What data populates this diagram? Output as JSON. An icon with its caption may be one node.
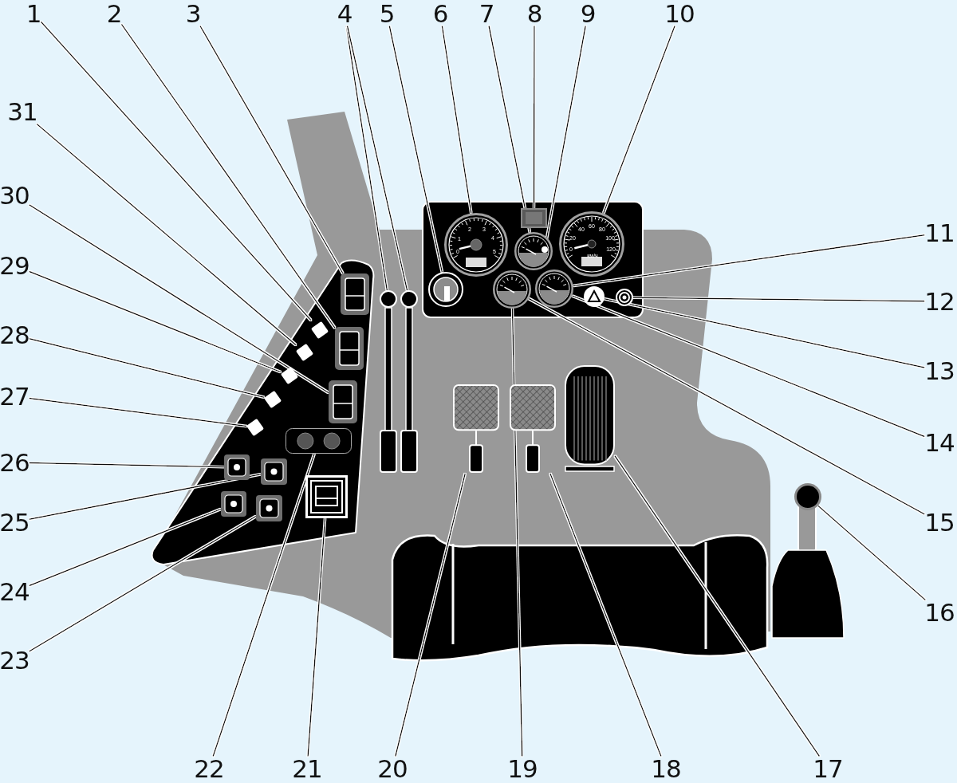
{
  "diagram": {
    "nodes": [
      {
        "text": [
          "1"
        ]
      },
      {
        "text": [
          "2"
        ]
      },
      {
        "text": [
          "3"
        ]
      },
      {
        "text": [
          "4"
        ]
      },
      {
        "text": [
          "5"
        ]
      },
      {
        "text": [
          "6"
        ]
      },
      {
        "text": [
          "7"
        ]
      },
      {
        "text": [
          "8"
        ]
      },
      {
        "text": [
          "9"
        ]
      },
      {
        "text": [
          "10"
        ]
      },
      {
        "text": [
          "11"
        ]
      },
      {
        "text": [
          "12"
        ]
      },
      {
        "text": [
          "13"
        ]
      },
      {
        "text": [
          "14"
        ]
      },
      {
        "text": [
          "15"
        ]
      },
      {
        "text": [
          "16"
        ]
      },
      {
        "text": [
          "17"
        ]
      },
      {
        "text": [
          "18"
        ]
      },
      {
        "text": [
          "19"
        ]
      },
      {
        "text": [
          "20"
        ]
      },
      {
        "text": [
          "21"
        ]
      },
      {
        "text": [
          "22"
        ]
      },
      {
        "text": [
          "23"
        ]
      },
      {
        "text": [
          "24"
        ]
      },
      {
        "text": [
          "25"
        ]
      },
      {
        "text": [
          "26"
        ]
      },
      {
        "text": [
          "27"
        ]
      },
      {
        "text": [
          "28"
        ]
      },
      {
        "text": [
          "29"
        ]
      },
      {
        "text": [
          "30"
        ]
      },
      {
        "text": [
          "31"
        ]
      },
      {
        "text": [],
        "shape": "box"
      },
      {
        "text": [],
        "shape": "box"
      },
      {
        "text": [],
        "shape": "box"
      },
      {
        "text": [],
        "shape": "box"
      },
      {
        "text": [],
        "shape": "box"
      },
      {
        "text": [],
        "shape": "box"
      },
      {
        "text": [],
        "shape": "box"
      },
      {
        "text": [],
        "shape": "box"
      },
      {
        "text": [],
        "shape": "circle"
      },
      {
        "text": [],
        "shape": "circle"
      },
      {
        "text": [],
        "shape": "circle"
      },
      {
        "text": [],
        "shape": "circle"
      },
      {
        "text": [],
        "shape": "circle"
      },
      {
        "text": [],
        "shape": "box"
      },
      {
        "text": [],
        "shape": "circle",
        "in": 43
      },
      {
        "text": [],
        "shape": "circle"
      },
      {
        "text": [],
        "shape": "circle"
      },
      {
        "text": [],
        "shape": "circle"
      },
      {
        "text": [],
        "shape": "circle"
      },
      {
        "text": [],
        "shape": "circle"
      },
      {
        "text": [],
        "shape": "box"
      },
      {
        "text": [],
        "shape": "box"
      },
      {
        "text": [],
        "shape": "box"
      },
      {
        "text": [],
        "shape": "box"
      },
      {
        "text": [],
        "shape": "box"
      },
      {
        "text": [],
        "shape": "box"
      },
      {
        "text": [],
        "shape": "box"
      },
      {
        "text": [],
        "shape": "box"
      },
      {
        "text": [],
        "shape": "box"
      },
      {
        "text": [],
        "shape": "circle"
      }
    ],
    "edges": [
      {
        "from": 0,
        "to": 34,
        "arrow": "none"
      },
      {
        "from": 1,
        "to": 32,
        "arrow": "none"
      },
      {
        "from": 2,
        "to": 31,
        "arrow": "none"
      },
      {
        "from": 3,
        "to": 39,
        "arrow": "none"
      },
      {
        "from": 3,
        "to": 40,
        "arrow": "none"
      },
      {
        "from": 4,
        "to": 41,
        "arrow": "none"
      },
      {
        "from": 5,
        "to": 42,
        "arrow": "none"
      },
      {
        "from": 6,
        "to": 43,
        "arrow": "none"
      },
      {
        "from": 7,
        "to": 44,
        "arrow": "none"
      },
      {
        "from": 8,
        "to": 45,
        "arrow": "none"
      },
      {
        "from": 9,
        "to": 46,
        "arrow": "none"
      },
      {
        "from": 10,
        "to": 47,
        "arrow": "none"
      },
      {
        "from": 11,
        "to": 48,
        "arrow": "none"
      },
      {
        "from": 12,
        "to": 49,
        "arrow": "none"
      },
      {
        "from": 13,
        "to": 47,
        "arrow": "none"
      },
      {
        "from": 14,
        "to": 50,
        "arrow": "none"
      },
      {
        "from": 15,
        "to": 60,
        "arrow": "none"
      },
      {
        "from": 16,
        "to": 59,
        "arrow": "none"
      },
      {
        "from": 17,
        "to": 58,
        "arrow": "none"
      },
      {
        "from": 18,
        "to": 50,
        "arrow": "none"
      },
      {
        "from": 19,
        "to": 57,
        "arrow": "none"
      },
      {
        "from": 20,
        "to": 56,
        "arrow": "none"
      },
      {
        "from": 21,
        "to": 55,
        "arrow": "none"
      },
      {
        "from": 22,
        "to": 54,
        "arrow": "none"
      },
      {
        "from": 23,
        "to": 53,
        "arrow": "none"
      },
      {
        "from": 24,
        "to": 52,
        "arrow": "none"
      },
      {
        "from": 25,
        "to": 51,
        "arrow": "none"
      },
      {
        "from": 26,
        "to": 38,
        "arrow": "none"
      },
      {
        "from": 27,
        "to": 37,
        "arrow": "none"
      },
      {
        "from": 28,
        "to": 36,
        "arrow": "none"
      },
      {
        "from": 29,
        "to": 33,
        "arrow": "none"
      },
      {
        "from": 30,
        "to": 35,
        "arrow": "none"
      }
    ],
    "labels": [
      "0",
      "1",
      "2",
      "3",
      "4",
      "5",
      "0",
      "20",
      "40",
      "60",
      "80",
      "100",
      "120",
      "км/ч"
    ]
  }
}
